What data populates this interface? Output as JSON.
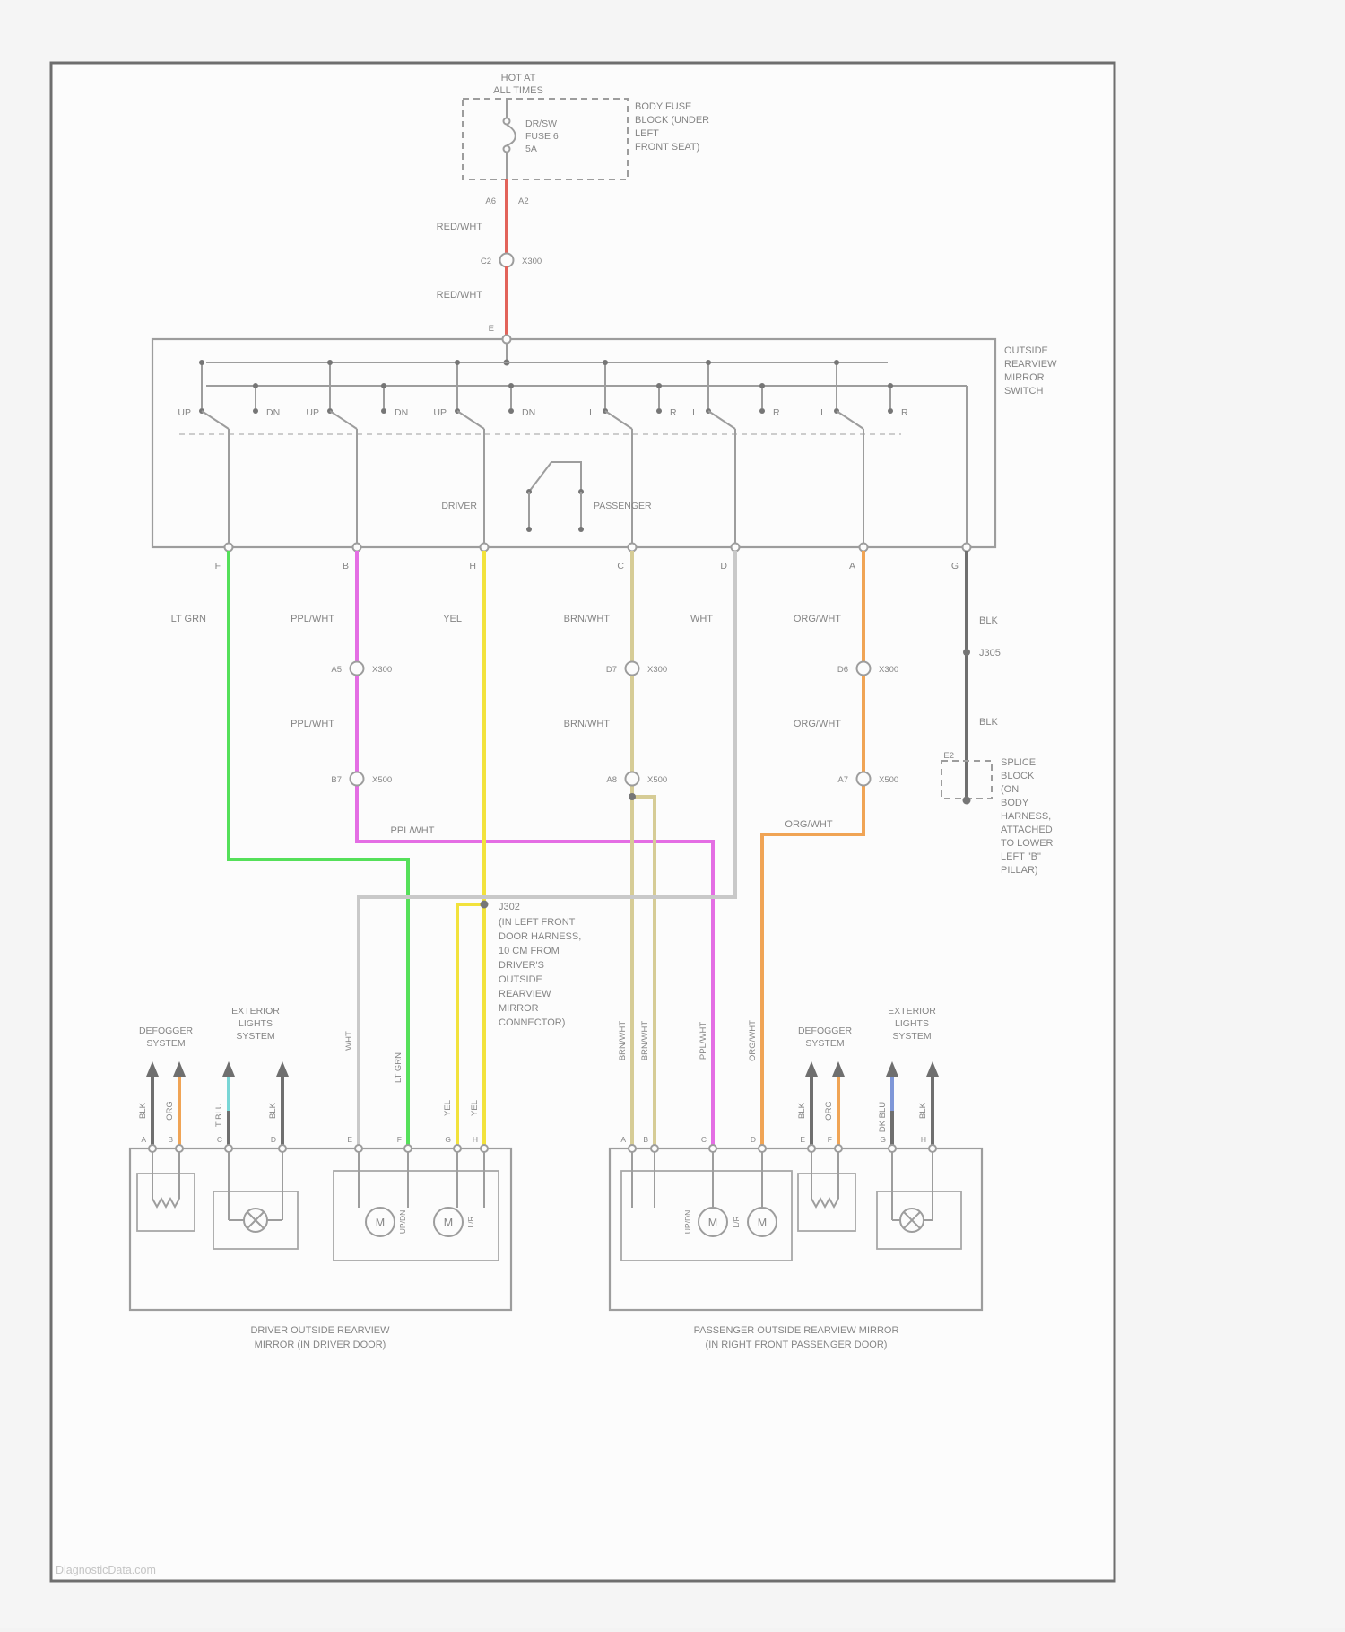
{
  "watermark": "DiagnosticData.com",
  "colors": {
    "red": "#e2635a",
    "green": "#55e05a",
    "purple": "#e46ee4",
    "yellow": "#f2e23c",
    "tan": "#d6cc96",
    "white_wire": "#c9c9c9",
    "orange": "#f0a455",
    "black_wire": "#6f6f6f",
    "lt_blue": "#79d6d6",
    "dk_blue": "#7f97d8"
  },
  "power": {
    "hot_label": [
      "HOT AT",
      "ALL TIMES"
    ],
    "fuse_label": [
      "DR/SW",
      "FUSE 6",
      "5A"
    ],
    "fuse_block_label": [
      "BODY FUSE",
      "BLOCK (UNDER",
      "LEFT",
      "FRONT SEAT)"
    ],
    "pin_left": "A6",
    "pin_right": "A2",
    "wire_upper": "RED/WHT",
    "wire_lower": "RED/WHT",
    "connector_pin": "C2",
    "connector_name": "X300",
    "switch_input_pin": "E"
  },
  "switch": {
    "title": [
      "OUTSIDE",
      "REARVIEW",
      "MIRROR",
      "SWITCH"
    ],
    "sections": [
      {
        "left": "UP",
        "right": "DN"
      },
      {
        "left": "UP",
        "right": "DN"
      },
      {
        "left": "UP",
        "right": "DN"
      },
      {
        "left": "L",
        "right": "R"
      },
      {
        "left": "L",
        "right": "R"
      },
      {
        "left": "L",
        "right": "R"
      }
    ],
    "selector": {
      "driver": "DRIVER",
      "passenger": "PASSENGER"
    },
    "output_pins": [
      "F",
      "B",
      "H",
      "C",
      "D",
      "A",
      "G"
    ]
  },
  "runs": {
    "lt_grn": {
      "label": "LT GRN"
    },
    "ppl_wht": {
      "label1": "PPL/WHT",
      "label2": "PPL/WHT",
      "label3": "PPL/WHT",
      "conn1": {
        "pin": "A5",
        "name": "X300"
      },
      "conn2": {
        "pin": "B7",
        "name": "X500"
      }
    },
    "yel": {
      "label": "YEL",
      "junction": "J302",
      "note": [
        "(IN LEFT FRONT",
        "DOOR HARNESS,",
        "10 CM FROM",
        "DRIVER'S",
        "OUTSIDE",
        "REARVIEW",
        "MIRROR",
        "CONNECTOR)"
      ]
    },
    "brn_wht": {
      "label1": "BRN/WHT",
      "label2": "BRN/WHT",
      "conn1": {
        "pin": "D7",
        "name": "X300"
      },
      "conn2": {
        "pin": "A8",
        "name": "X500"
      }
    },
    "wht": {
      "label": "WHT"
    },
    "org_wht": {
      "label1": "ORG/WHT",
      "label2": "ORG/WHT",
      "label3": "ORG/WHT",
      "conn1": {
        "pin": "D6",
        "name": "X300"
      },
      "conn2": {
        "pin": "A7",
        "name": "X500"
      }
    },
    "blk": {
      "label1": "BLK",
      "label2": "BLK",
      "junction": "J305",
      "pin": "E2",
      "note": [
        "SPLICE",
        "BLOCK",
        "(ON",
        "BODY",
        "HARNESS,",
        "ATTACHED",
        "TO LOWER",
        "LEFT \"B\"",
        "PILLAR)"
      ]
    }
  },
  "driver_mirror": {
    "defogger_label": [
      "DEFOGGER",
      "SYSTEM"
    ],
    "exterior_label": [
      "EXTERIOR",
      "LIGHTS",
      "SYSTEM"
    ],
    "wire_labels": [
      "BLK",
      "ORG",
      "LT BLU",
      "BLK",
      "WHT",
      "LT GRN",
      "YEL",
      "YEL"
    ],
    "pins": [
      "A",
      "B",
      "C",
      "D",
      "E",
      "F",
      "G",
      "H"
    ],
    "motor_symbol": "M",
    "motor1_label": "UP/DN",
    "motor2_label": "L/R",
    "caption": [
      "DRIVER OUTSIDE REARVIEW",
      "MIRROR (IN DRIVER DOOR)"
    ]
  },
  "passenger_mirror": {
    "defogger_label": [
      "DEFOGGER",
      "SYSTEM"
    ],
    "exterior_label": [
      "EXTERIOR",
      "LIGHTS",
      "SYSTEM"
    ],
    "wire_labels": [
      "BRN/WHT",
      "BRN/WHT",
      "PPL/WHT",
      "ORG/WHT",
      "BLK",
      "ORG",
      "DK BLU",
      "BLK"
    ],
    "pins": [
      "A",
      "B",
      "C",
      "D",
      "E",
      "F",
      "G",
      "H"
    ],
    "motor_symbol": "M",
    "motor1_label": "UP/DN",
    "motor2_label": "L/R",
    "caption": [
      "PASSENGER OUTSIDE REARVIEW MIRROR",
      "(IN RIGHT FRONT PASSENGER DOOR)"
    ]
  }
}
